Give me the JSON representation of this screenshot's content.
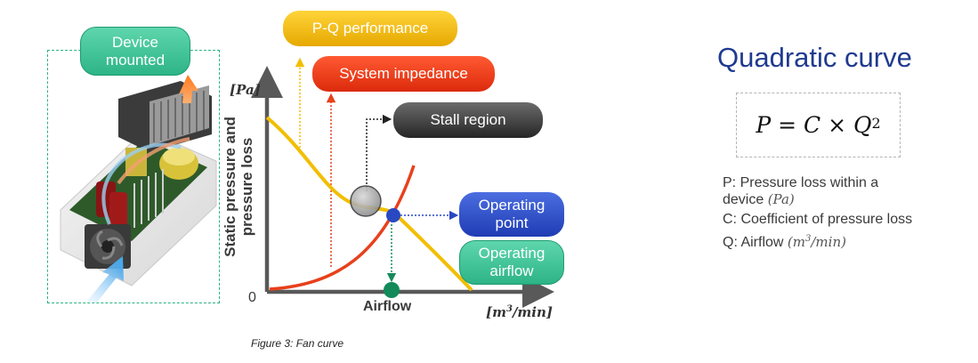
{
  "device": {
    "label": "Device\nmounted"
  },
  "chart": {
    "y_unit": "[Pa]",
    "y_label": "Static pressure and\npressure loss",
    "origin": "0",
    "x_label": "Airflow",
    "x_unit_base": "[m",
    "x_unit_exp": "3",
    "x_unit_tail": "/min]",
    "pills": {
      "pq": "P-Q performance",
      "system": "System impedance",
      "stall": "Stall region",
      "point": "Operating\npoint",
      "airflow": "Operating\nairflow"
    }
  },
  "right": {
    "title": "Quadratic curve",
    "formula_base": "P = C × Q",
    "formula_exp": "2",
    "legend": {
      "p_label": "P: Pressure loss within a",
      "p_label2": "device",
      "p_unit": "(Pa)",
      "c_label": "C: Coefficient of pressure loss",
      "q_label": "Q: Airflow",
      "q_unit_base": "(m",
      "q_unit_exp": "3",
      "q_unit_tail": "/min)"
    }
  },
  "caption": "Figure 3: Fan curve",
  "colors": {
    "pq_curve": "#f2be00",
    "impedance_curve": "#e8401c",
    "operating_point": "#2a48c2",
    "airflow_marker": "#138a5a",
    "axis": "#595959"
  }
}
